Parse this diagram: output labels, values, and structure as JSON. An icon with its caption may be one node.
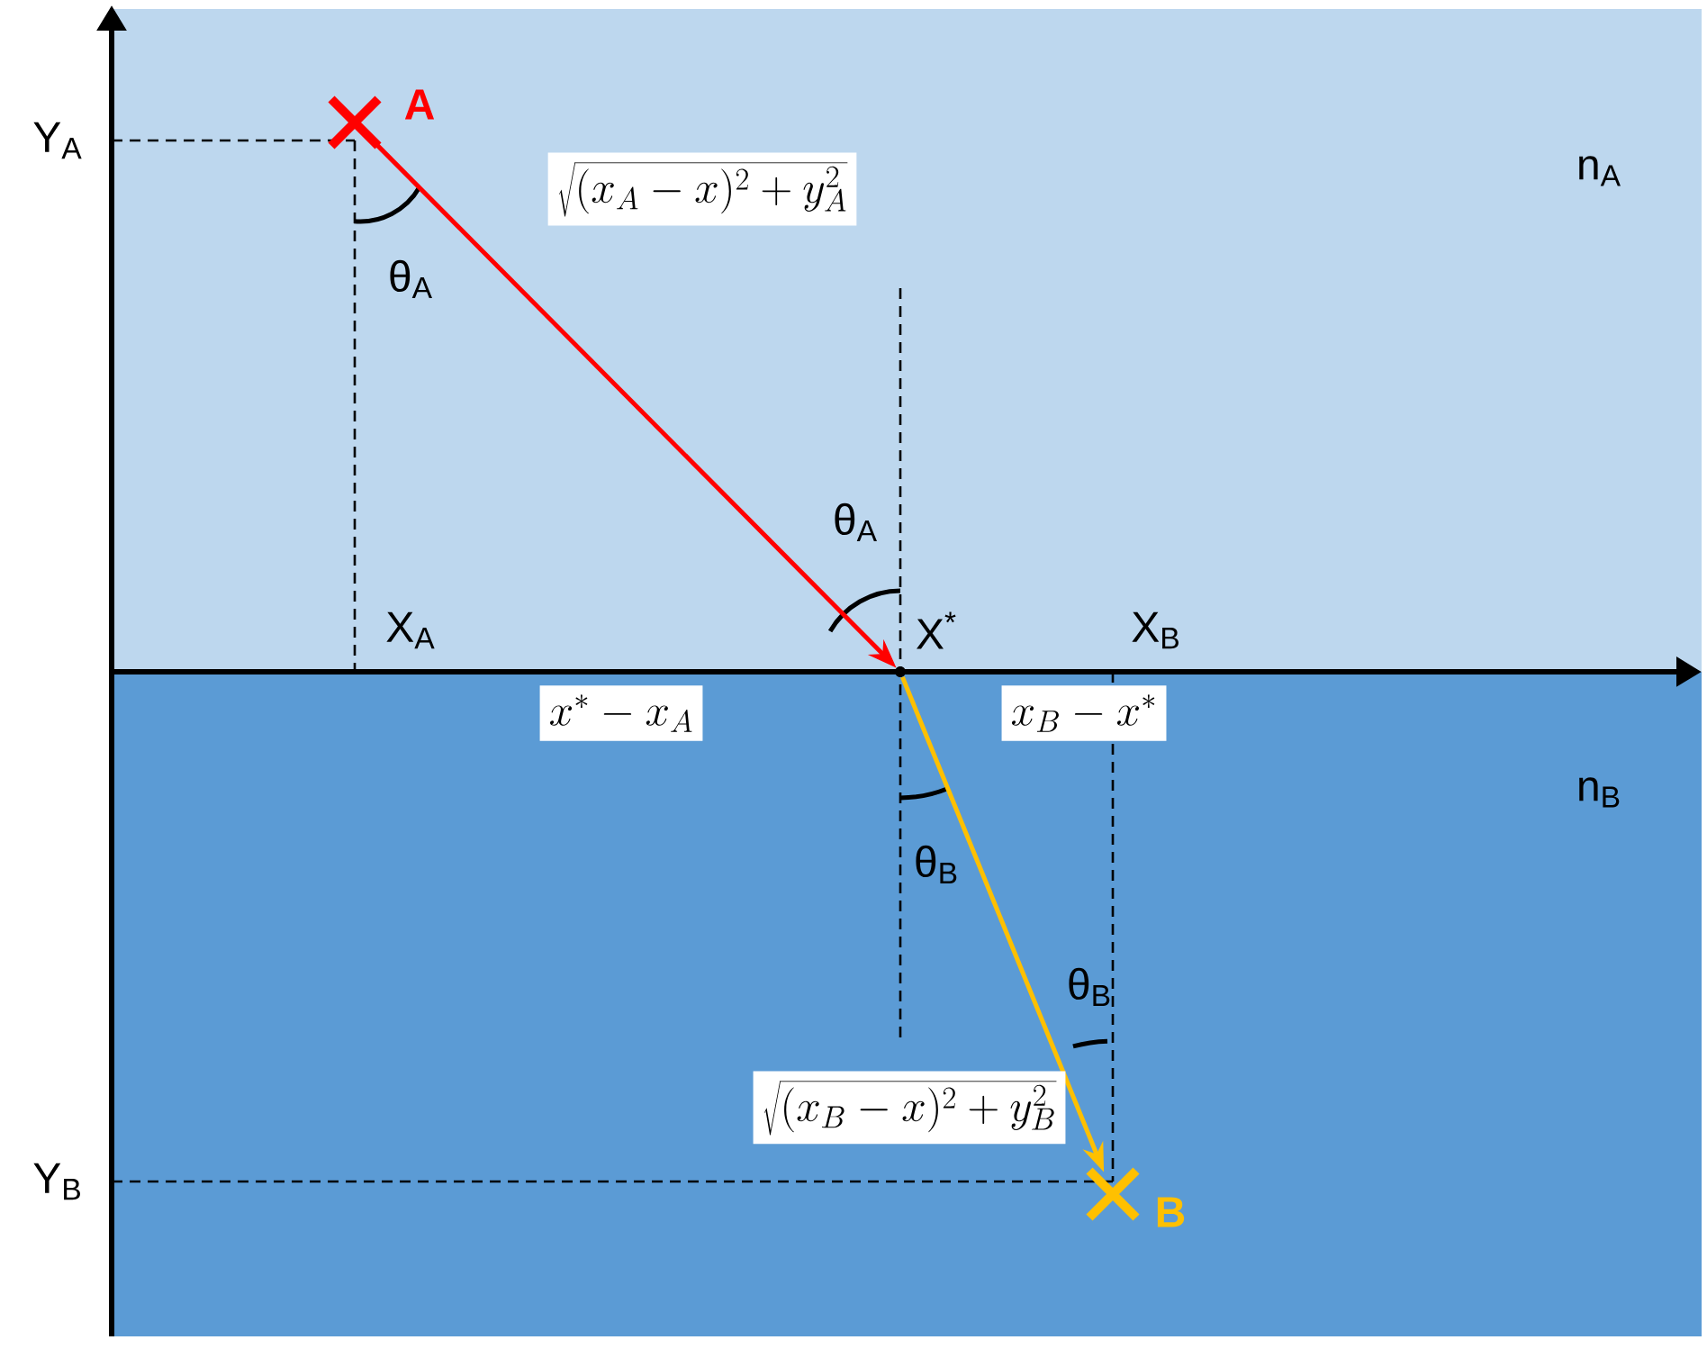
{
  "diagram": {
    "nodes": [
      {
        "text": [],
        "shape": "cross",
        "beside": [
          "A"
        ]
      },
      {
        "text": [],
        "shape": "point",
        "beside": [
          "X$^{*}$"
        ]
      },
      {
        "text": [],
        "shape": "cross",
        "beside": [
          "B"
        ]
      }
    ],
    "edges": [
      {
        "from": 0,
        "to": 1,
        "arrow": "to",
        "color": "#ff0000",
        "label": "\\sqrt{(x_A-x)^2+y_A^2}"
      },
      {
        "from": 1,
        "to": 2,
        "arrow": "to",
        "color": "#ffc000",
        "label": "\\sqrt{(x_B-x)^2+y_B^2}"
      }
    ],
    "labels": [
      "Y$_{A}$",
      "n$_{A}$",
      "θ$_{A}$",
      "θ$_{A}$",
      "X$_{A}$",
      "X$_{B}$",
      "x^*-x_A",
      "x_B-x^*",
      "n$_{B}$",
      "θ$_{B}$",
      "θ$_{B}$",
      "Y$_{B}$"
    ]
  }
}
